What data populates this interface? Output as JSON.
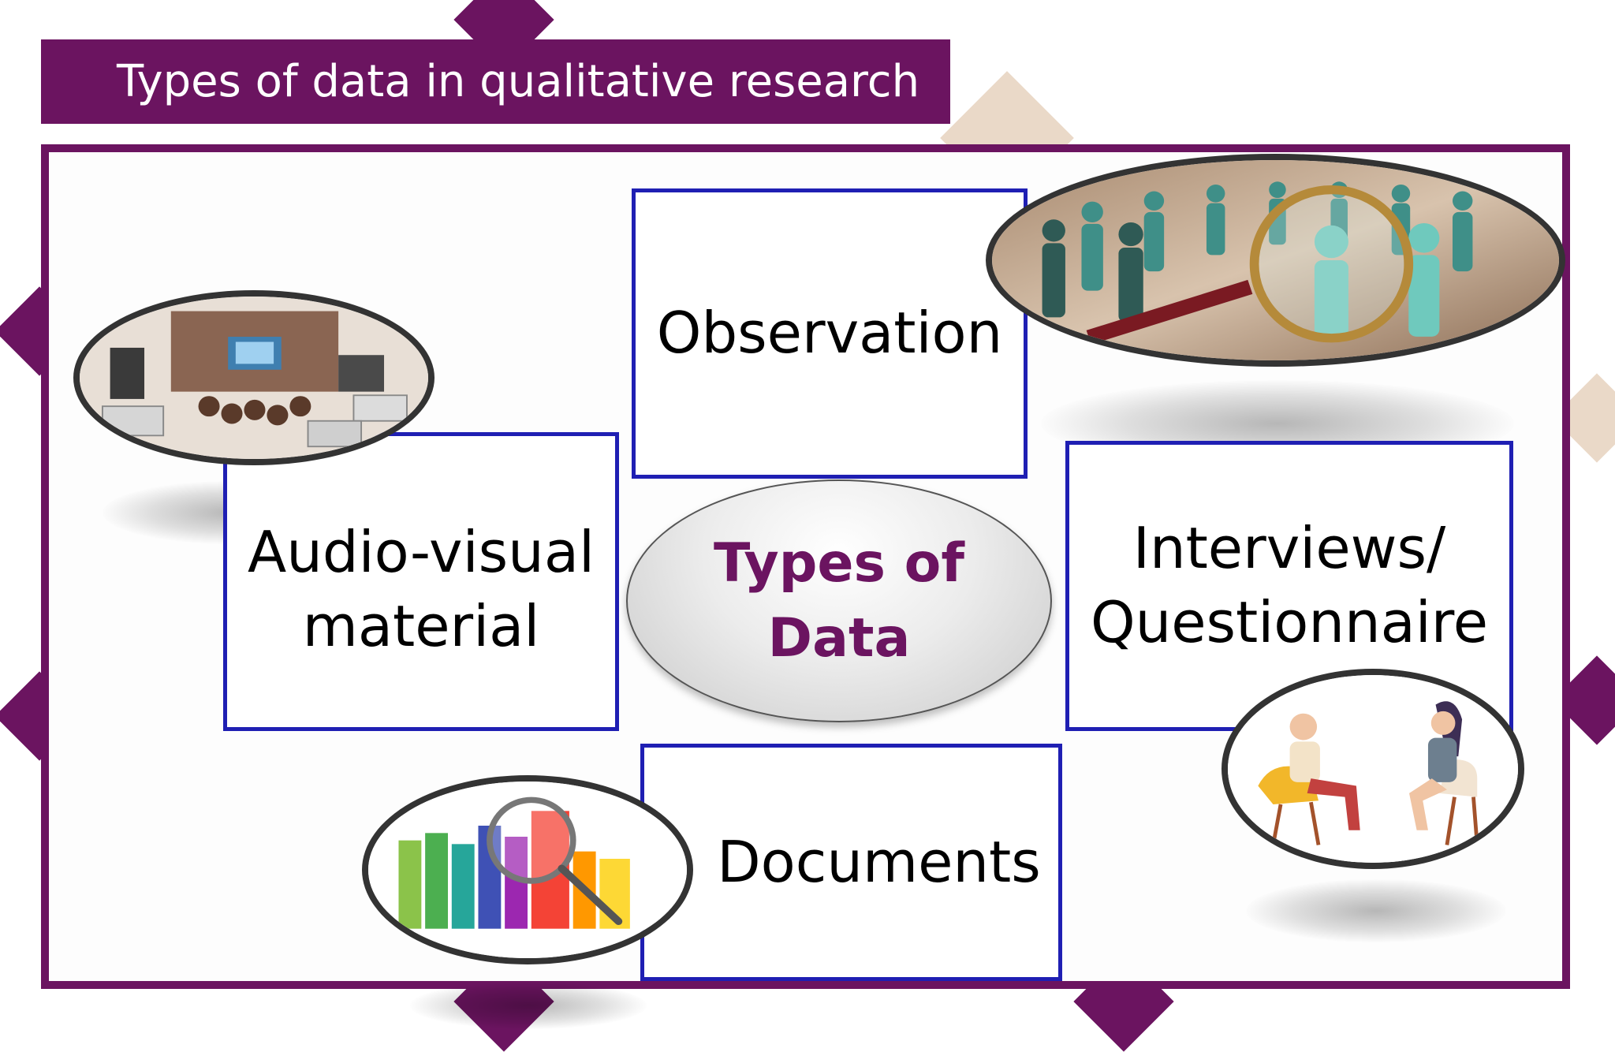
{
  "title": "Types of data in qualitative research",
  "center": {
    "label": "Types of\nData"
  },
  "types": {
    "observation": "Observation",
    "audio_visual": "Audio-visual\nmaterial",
    "interviews": "Interviews/\nQuestionnaire",
    "documents": "Documents"
  },
  "colors": {
    "brand_purple": "#6b1460",
    "box_border": "#1f1fb3",
    "photo_border": "#333333"
  },
  "images": {
    "observation": "paper-people-magnifier-photo",
    "audio_visual": "av-equipment-presentation-photo",
    "interviews": "two-people-talking-illustration",
    "documents": "colorful-folders-magnifier-illustration"
  }
}
